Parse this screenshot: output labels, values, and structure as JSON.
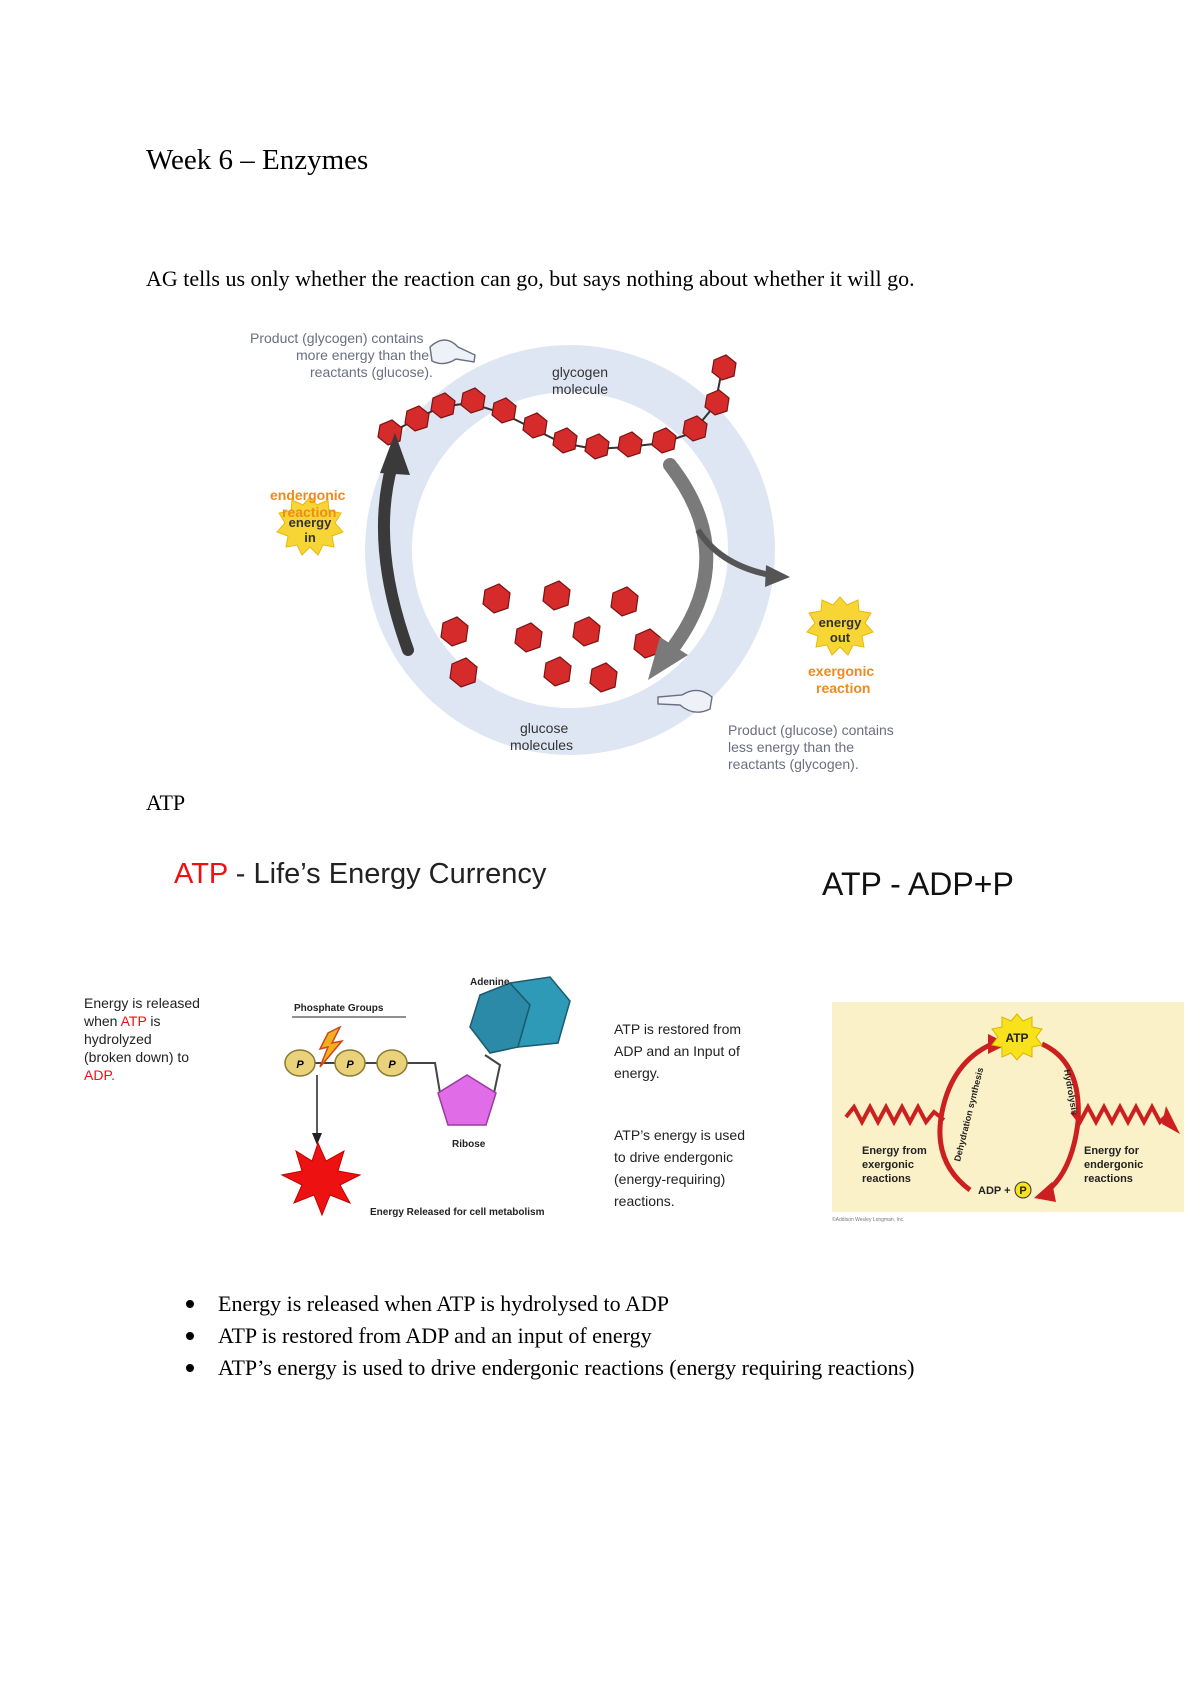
{
  "title": "Week 6 – Enzymes",
  "intro": "AG tells us only whether the reaction can go, but says nothing about whether it will go.",
  "cycle_diagram": {
    "glycogen_note": [
      "Product (glycogen) contains",
      "more energy than the",
      "reactants (glucose)."
    ],
    "glycogen_label": [
      "glycogen",
      "molecule"
    ],
    "endergonic_label": [
      "endergonic",
      "reaction"
    ],
    "energy_in": [
      "energy",
      "in"
    ],
    "energy_out": [
      "energy",
      "out"
    ],
    "exergonic_label": [
      "exergonic",
      "reaction"
    ],
    "glucose_label": [
      "glucose",
      "molecules"
    ],
    "glucose_note": [
      "Product (glucose) contains",
      "less energy than the",
      "reactants (glycogen)."
    ]
  },
  "atp_heading": "ATP",
  "atp_slide": {
    "title_red": "ATP",
    "title_rest": " - Life’s Energy Currency",
    "left_note_1": "Energy is released",
    "left_note_2a": "when ",
    "left_note_2b": "ATP",
    "left_note_2c": " is",
    "left_note_3": "hydrolyzed",
    "left_note_4": "(broken down) to",
    "left_note_5": "ADP.",
    "phosphate_groups": "Phosphate Groups",
    "p_label": "P",
    "adenine": "Adenine",
    "ribose": "Ribose",
    "energy_released": "Energy Released for cell metabolism",
    "right_note_1": [
      "ATP is restored from",
      "ADP and an Input of",
      "energy."
    ],
    "right_note_2": [
      "ATP’s energy is used",
      "to drive endergonic",
      "(energy-requiring)",
      "reactions."
    ]
  },
  "atp_adp": {
    "title": "ATP - ADP+P",
    "atp": "ATP",
    "adp": "ADP +",
    "p": "P",
    "dehydration": "Dehydration synthesis",
    "hydrolysis": "Hydrolysis",
    "energy_from": [
      "Energy from",
      "exergonic",
      "reactions"
    ],
    "energy_for": [
      "Energy for",
      "endergonic",
      "reactions"
    ],
    "credit": "©Addison Wesley Longman, Inc."
  },
  "bullets": [
    "Energy is released when ATP is hydrolysed to ADP",
    "ATP is restored from ADP and an input of energy",
    "ATP’s energy is used to drive endergonic reactions (energy requiring reactions)"
  ],
  "colors": {
    "molecule_red": "#d62b2b",
    "ring_blue": "#dfe6f3",
    "orange_label": "#f08a1c",
    "sun_yellow": "#f7d534",
    "note_gray": "#6a6f80",
    "slide_red": "#ee1111",
    "adenine_teal": "#2b8aa8",
    "ribose_pink": "#e06ce8",
    "cycle_bg": "#fbf1c8"
  }
}
